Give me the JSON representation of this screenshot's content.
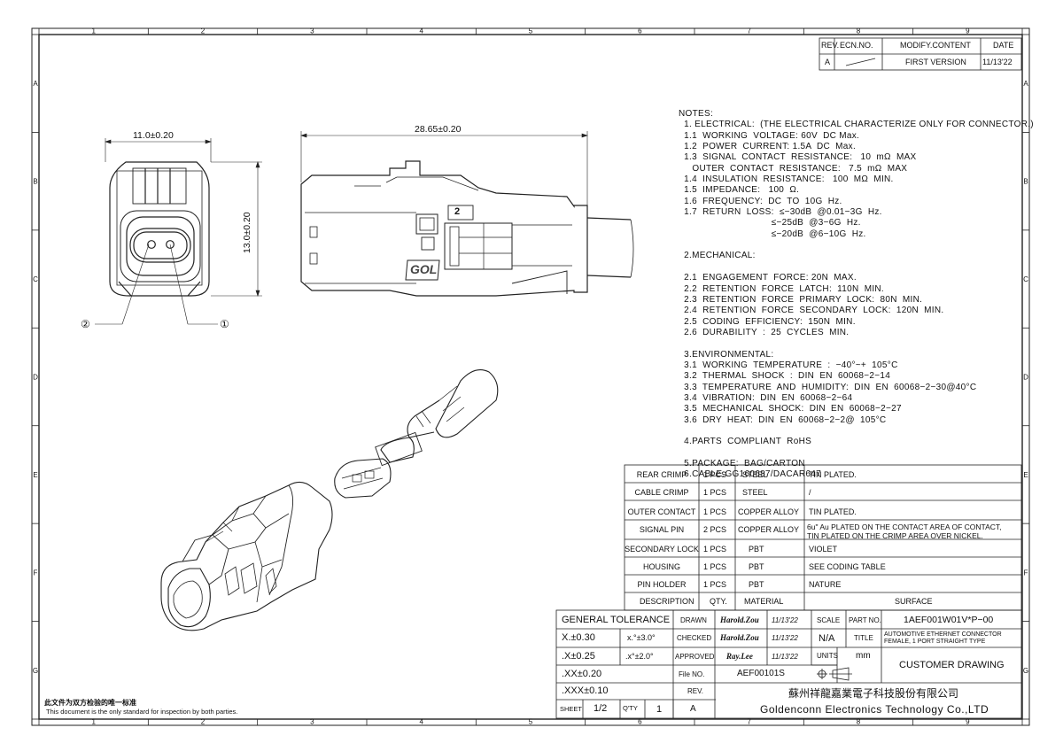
{
  "zone_columns": [
    "1",
    "2",
    "3",
    "4",
    "5",
    "6",
    "7",
    "8",
    "9"
  ],
  "zone_rows": [
    "A",
    "B",
    "C",
    "D",
    "E",
    "F",
    "G"
  ],
  "revision": {
    "headers": [
      "REV.",
      "ECN.NO.",
      "MODIFY.CONTENT",
      "DATE"
    ],
    "row": {
      "rev": "A",
      "content": "FIRST VERSION",
      "date": "11/13'22"
    }
  },
  "dimensions": {
    "front_width": "11.0±0.20",
    "front_height": "13.0±0.20",
    "side_length": "28.65±0.20",
    "callout_left": "②",
    "callout_right": "①",
    "coding_mark": "2",
    "brand_mark": "GOL"
  },
  "notes": [
    "NOTES:",
    "  1. ELECTRICAL:  (THE ELECTRICAL CHARACTERIZE ONLY FOR CONNECTOR.)",
    "  1.1  WORKING  VOLTAGE: 60V  DC Max.",
    "  1.2  POWER  CURRENT: 1.5A  DC  Max.",
    "  1.3  SIGNAL  CONTACT  RESISTANCE:   10  mΩ  MAX",
    "     OUTER  CONTACT  RESISTANCE:   7.5  mΩ  MAX",
    "  1.4  INSULATION  RESISTANCE:   100  MΩ  MIN.",
    "  1.5  IMPEDANCE:   100  Ω.",
    "  1.6  FREQUENCY:  DC  TO  10G  Hz.",
    "  1.7  RETURN  LOSS:  ≤−30dB  @0.01−3G  Hz.",
    "                                  ≤−25dB  @3−6G  Hz.",
    "                                  ≤−20dB  @6−10G  Hz.",
    "",
    "  2.MECHANICAL:",
    "",
    "  2.1  ENGAGEMENT  FORCE: 20N  MAX.",
    "  2.2  RETENTION  FORCE  LATCH:  110N  MIN.",
    "  2.3  RETENTION  FORCE  PRIMARY  LOCK:  80N  MIN.",
    "  2.4  RETENTION  FORCE  SECONDARY  LOCK:  120N  MIN.",
    "  2.5  CODING  EFFICIENCY:  150N  MIN.",
    "  2.6  DURABILITY  :  25  CYCLES  MIN.",
    "",
    "  3.ENVIRONMENTAL:",
    "  3.1  WORKING  TEMPERATURE  :  −40°~+  105°C",
    "  3.2  THERMAL  SHOCK  :  DIN  EN  60068−2−14",
    "  3.3  TEMPERATURE  AND  HUMIDITY:  DIN  EN  60068−2−30@40°C",
    "  3.4  VIBRATION:  DIN  EN  60068−2−64",
    "  3.5  MECHANICAL  SHOCK:  DIN  EN  60068−2−27",
    "  3.6  DRY  HEAT:  DIN  EN  60068−2−2@  105°C",
    "",
    "  4.PARTS  COMPLIANT  RoHS",
    "",
    "  5.PACKAGE:  BAG/CARTON",
    "  6.CABLE:GG160687/DACAR647"
  ],
  "bom": {
    "rows": [
      {
        "desc": "REAR CRIMP",
        "qty": "1 PCS",
        "material": "STEEL",
        "surface": "TIN PLATED."
      },
      {
        "desc": "CABLE CRIMP",
        "qty": "1 PCS",
        "material": "STEEL",
        "surface": "/"
      },
      {
        "desc": "OUTER CONTACT",
        "qty": "1 PCS",
        "material": "COPPER ALLOY",
        "surface": "TIN PLATED."
      },
      {
        "desc": "SIGNAL PIN",
        "qty": "2 PCS",
        "material": "COPPER ALLOY",
        "surface": "6u\" Au PLATED ON THE CONTACT AREA OF CONTACT,",
        "surface2": "TIN PLATED ON THE CRIMP AREA OVER NICKEL."
      },
      {
        "desc": "SECONDARY LOCK",
        "qty": "1 PCS",
        "material": "PBT",
        "surface": "VIOLET"
      },
      {
        "desc": "HOUSING",
        "qty": "1 PCS",
        "material": "PBT",
        "surface": "SEE CODING TABLE"
      },
      {
        "desc": "PIN HOLDER",
        "qty": "1 PCS",
        "material": "PBT",
        "surface": "NATURE"
      }
    ],
    "headers": {
      "desc": "DESCRIPTION",
      "qty": "QTY.",
      "material": "MATERIAL",
      "surface": "SURFACE"
    }
  },
  "title_block": {
    "general_tolerance": "GENERAL TOLERANCE",
    "tol_x0": "X.±0.30",
    "tol_x1": ".X±0.25",
    "tol_x2": ".XX±0.20",
    "tol_x3": ".XXX±0.10",
    "ang1": "x.°±3.0°",
    "ang2": ".x°±2.0°",
    "drawn": "DRAWN",
    "checked": "CHECKED",
    "approved": "APPROVED",
    "drawn_name": "Harold.Zou",
    "checked_name": "Harold.Zou",
    "approved_name": "Ray.Lee",
    "drawn_date": "11/13'22",
    "checked_date": "11/13'22",
    "approved_date": "11/13'22",
    "scale_label": "SCALE",
    "scale_value": "N/A",
    "units_label": "UNITS",
    "units_value": "mm",
    "part_no_label": "PART NO.",
    "part_no": "1AEF001W01V*P−00",
    "title_label": "TITLE",
    "title1": "AUTOMOTIVE ETHERNET CONNECTOR",
    "title2": "FEMALE, 1 PORT STRAIGHT TYPE",
    "customer_drawing": "CUSTOMER DRAWING",
    "file_label": "File NO.",
    "file_no": "AEF00101S",
    "rev_label": "REV.",
    "rev_value": "A",
    "sheet_label": "SHEET",
    "sheet_value": "1/2",
    "qty_label": "Q'TY",
    "qty_value": "1",
    "company_cn": "蘇州祥龍嘉業電子科技股份有限公司",
    "company_en": "Goldenconn  Electronics  Technology  Co.,LTD"
  },
  "footer": {
    "cn": "此文件为双方检验的唯一标准",
    "en": "This document is the only standard for inspection by both parties."
  }
}
